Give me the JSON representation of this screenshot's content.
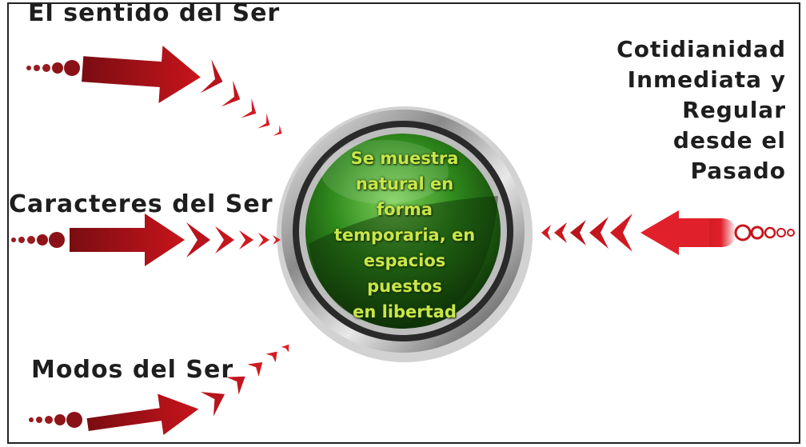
{
  "labels": {
    "sentido": "El sentido del Ser",
    "caracteres": "Caracteres del Ser",
    "modos": "Modos del Ser",
    "cotidianidad_lines": [
      "Cotidianidad",
      "Inmediata y",
      "Regular",
      "desde el",
      "Pasado"
    ]
  },
  "center": {
    "lines": [
      "Se muestra",
      "natural en",
      "forma",
      "temporaria, en",
      "espacios puestos",
      "en libertad"
    ]
  },
  "colors": {
    "arrow_dark": "#7a0d12",
    "arrow_red": "#c8141c",
    "arrow_bright": "#e0202a",
    "orb_green": "#2f8a1c",
    "text_green": "#c8e64a"
  }
}
